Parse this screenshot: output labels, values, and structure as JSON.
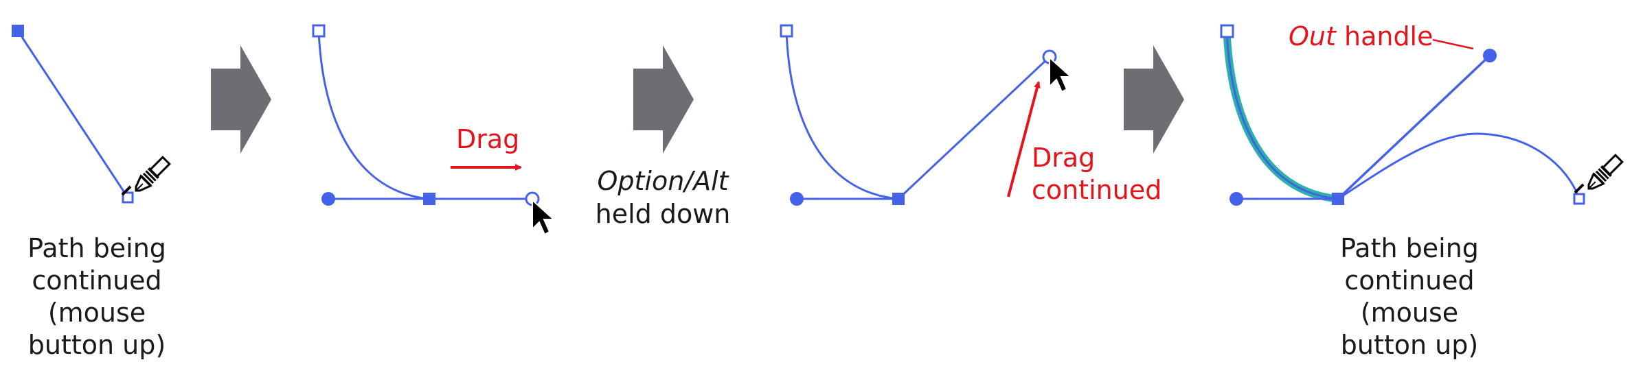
{
  "colors": {
    "path_blue": "#4461e8",
    "annotation_red": "#e4141d",
    "arrow_gray": "#6d6e71",
    "highlight_teal": "#2bb2a8",
    "text": "#1a1a1a",
    "cursor": "#000000"
  },
  "panel1": {
    "caption": [
      "Path being",
      "continued",
      "(mouse",
      "button up)"
    ],
    "cursor_icon": "pen-continue-icon"
  },
  "panel2": {
    "drag_label": "Drag",
    "cursor_icon": "arrow-cursor-icon"
  },
  "panel3": {
    "modifier_label": "Option/Alt",
    "modifier_label_2": "held down"
  },
  "panel4": {
    "drag_label_1": "Drag",
    "drag_label_2": "continued",
    "cursor_icon": "arrow-cursor-icon"
  },
  "panel5": {
    "out_label": "Out",
    "handle_label": " handle",
    "caption": [
      "Path being",
      "continued",
      "(mouse",
      "button up)"
    ],
    "cursor_icon": "pen-continue-icon"
  },
  "step_arrows": [
    "step-arrow-icon",
    "step-arrow-icon",
    "step-arrow-icon"
  ]
}
